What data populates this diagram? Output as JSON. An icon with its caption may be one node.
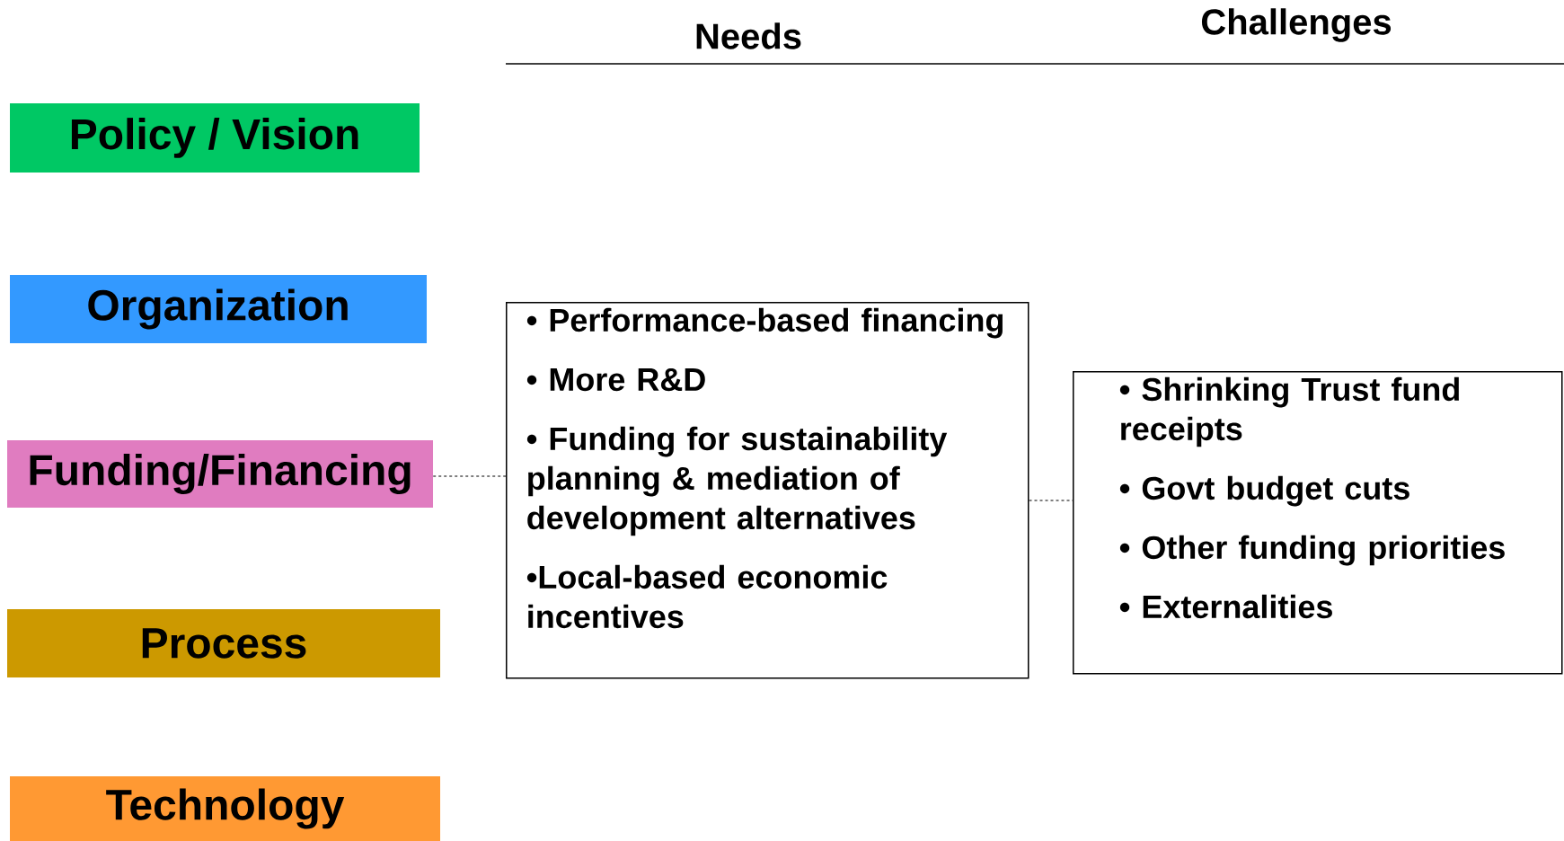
{
  "diagram": {
    "nodes": [
      {
        "text": [
          "Policy / Vision"
        ]
      },
      {
        "text": [
          "Organization"
        ]
      },
      {
        "text": [
          "Funding/Financing"
        ]
      },
      {
        "text": [
          "Process"
        ]
      },
      {
        "text": [
          "Technology"
        ]
      },
      {
        "text": [
          "• Performance-based financing",
          "• More R&D",
          "• Funding for sustainability planning & mediation of development alternatives",
          "•Local-based economic incentives"
        ]
      },
      {
        "text": [
          "• Shrinking Trust fund receipts",
          "• Govt budget cuts",
          "• Other funding priorities",
          "• Externalities"
        ]
      }
    ],
    "edges": [
      {
        "from": 2,
        "to": 5,
        "arrow": "none",
        "style": "dashed"
      },
      {
        "from": 5,
        "to": 6,
        "arrow": "none",
        "style": "dashed"
      }
    ],
    "labels": [
      "Needs",
      "Challenges"
    ]
  }
}
